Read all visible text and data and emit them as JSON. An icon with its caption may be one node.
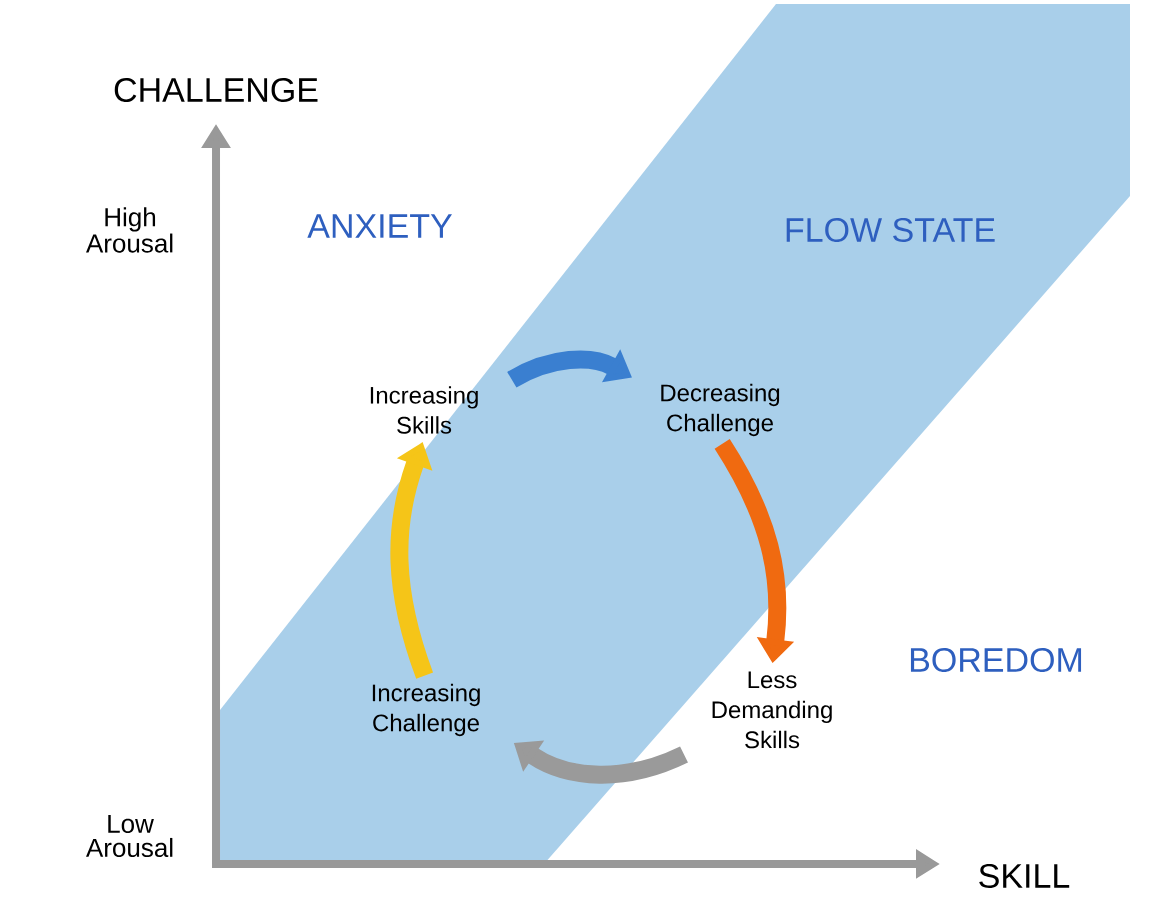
{
  "diagram": {
    "nodes": [
      {
        "text": [
          "Increasing Skills"
        ]
      },
      {
        "text": [
          "Decreasing Challenge"
        ]
      },
      {
        "text": [
          "Less Demanding Skills"
        ]
      },
      {
        "text": [
          "Increasing Challenge"
        ]
      }
    ],
    "edges": [
      {
        "from": 0,
        "to": 1,
        "arrow": "to",
        "color": "#3a7fd0"
      },
      {
        "from": 1,
        "to": 2,
        "arrow": "to",
        "color": "#f06a10"
      },
      {
        "from": 2,
        "to": 3,
        "arrow": "to",
        "color": "#9a9a9a"
      },
      {
        "from": 3,
        "to": 0,
        "arrow": "to",
        "color": "#f5c518"
      }
    ],
    "labels": [
      "CHALLENGE",
      "High Arousal",
      "ANXIETY",
      "FLOW STATE",
      "BOREDOM",
      "Low Arousal",
      "SKILL"
    ]
  }
}
